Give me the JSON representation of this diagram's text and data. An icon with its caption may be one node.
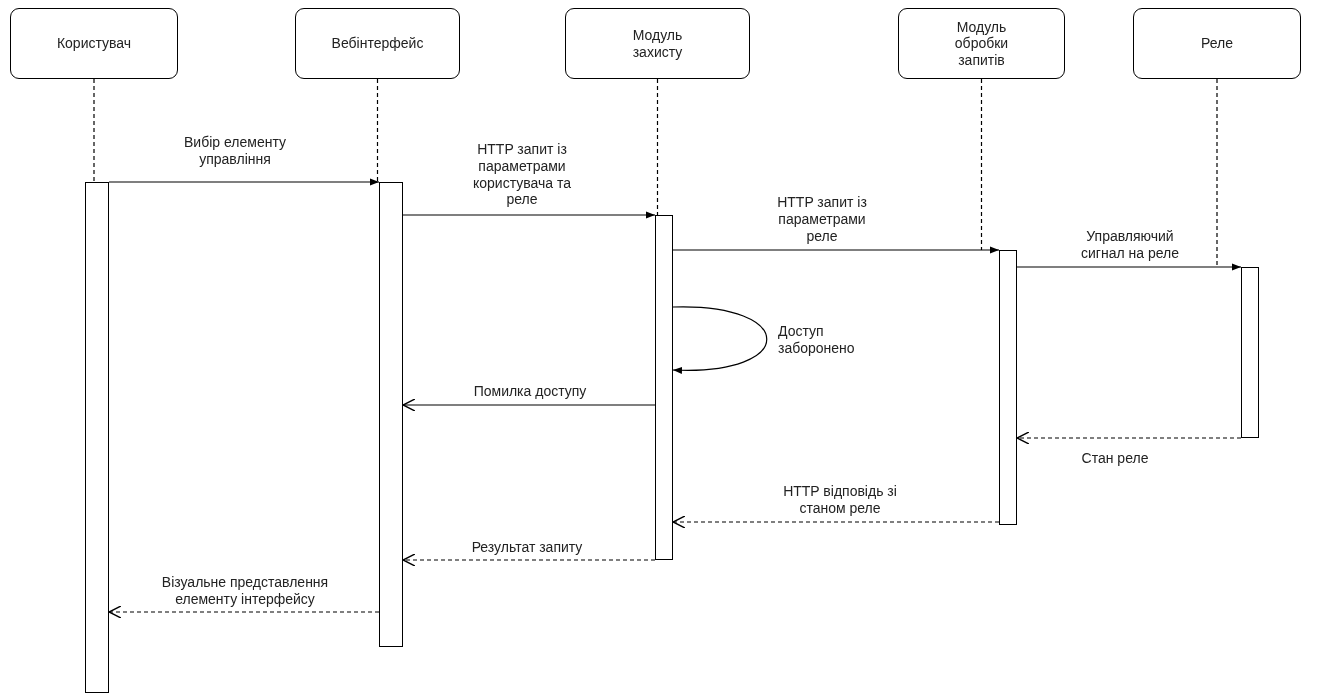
{
  "diagram": {
    "nodes": [
      {
        "text": [
          "Користувач"
        ]
      },
      {
        "text": [
          "Вебінтерфейс"
        ]
      },
      {
        "text": [
          "Модуль захисту"
        ]
      },
      {
        "text": [
          "Модуль обробки запитів"
        ]
      },
      {
        "text": [
          "Реле"
        ]
      },
      {
        "text": [],
        "shape": "bar"
      },
      {
        "text": [],
        "shape": "bar"
      },
      {
        "text": [],
        "shape": "bar"
      },
      {
        "text": [],
        "shape": "bar"
      },
      {
        "text": [],
        "shape": "bar"
      }
    ],
    "edges": [
      {
        "from": 0,
        "to": 5,
        "arrow": "none",
        "style": "dashed"
      },
      {
        "from": 1,
        "to": 6,
        "arrow": "none",
        "style": "dashed"
      },
      {
        "from": 2,
        "to": 7,
        "arrow": "none",
        "style": "dashed"
      },
      {
        "from": 3,
        "to": 8,
        "arrow": "none",
        "style": "dashed"
      },
      {
        "from": 4,
        "to": 9,
        "arrow": "none",
        "style": "dashed"
      },
      {
        "from": 5,
        "to": 6,
        "arrow": "to",
        "label": "Вибір елементу управління"
      },
      {
        "from": 6,
        "to": 7,
        "arrow": "to",
        "label": "HTTP запит із параметрами користувача та реле"
      },
      {
        "from": 7,
        "to": 8,
        "arrow": "to",
        "label": "HTTP запит із параметрами реле"
      },
      {
        "from": 8,
        "to": 9,
        "arrow": "to",
        "label": "Управляючий сигнал на реле"
      },
      {
        "from": 7,
        "to": 7,
        "arrow": "to",
        "label": "Доступ заборонено"
      },
      {
        "from": 7,
        "to": 6,
        "arrow": "to",
        "label": "Помилка доступу"
      },
      {
        "from": 9,
        "to": 8,
        "arrow": "to",
        "label": "Стан реле",
        "style": "dashed"
      },
      {
        "from": 8,
        "to": 7,
        "arrow": "to",
        "label": "HTTP відповідь зі станом реле",
        "style": "dashed"
      },
      {
        "from": 7,
        "to": 6,
        "arrow": "to",
        "label": "Результат запиту",
        "style": "dashed"
      },
      {
        "from": 6,
        "to": 5,
        "arrow": "to",
        "label": "Візуальне представлення елементу інтерфейсу",
        "style": "dashed"
      }
    ]
  }
}
